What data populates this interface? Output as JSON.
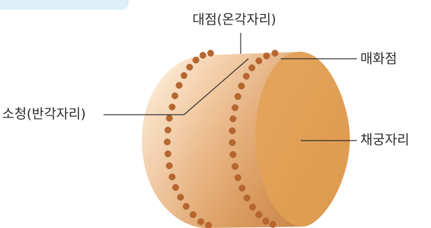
{
  "labels": {
    "top": "대점(온각자리)",
    "right_top": "매화점",
    "left": "소청(반각자리)",
    "right_middle": "채궁자리"
  },
  "colors": {
    "body_light": "#f8e1c5",
    "body_mid": "#eab073",
    "body_dark": "#d08b45",
    "face": "#e3a152",
    "bead": "#b8662d",
    "line": "#2a2a2a",
    "tab": "#dceff8"
  }
}
